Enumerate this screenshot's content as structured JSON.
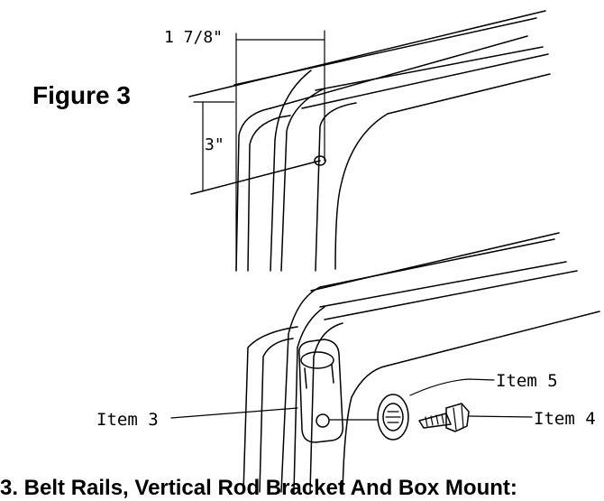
{
  "figure_title": "Figure 3",
  "dimensions": {
    "horizontal": "1 7/8\"",
    "vertical": "3\""
  },
  "items": {
    "item3": "Item 3",
    "item4": "Item 4",
    "item5": "Item 5"
  },
  "caption": "3. Belt Rails, Vertical Rod Bracket And Box Mount:"
}
